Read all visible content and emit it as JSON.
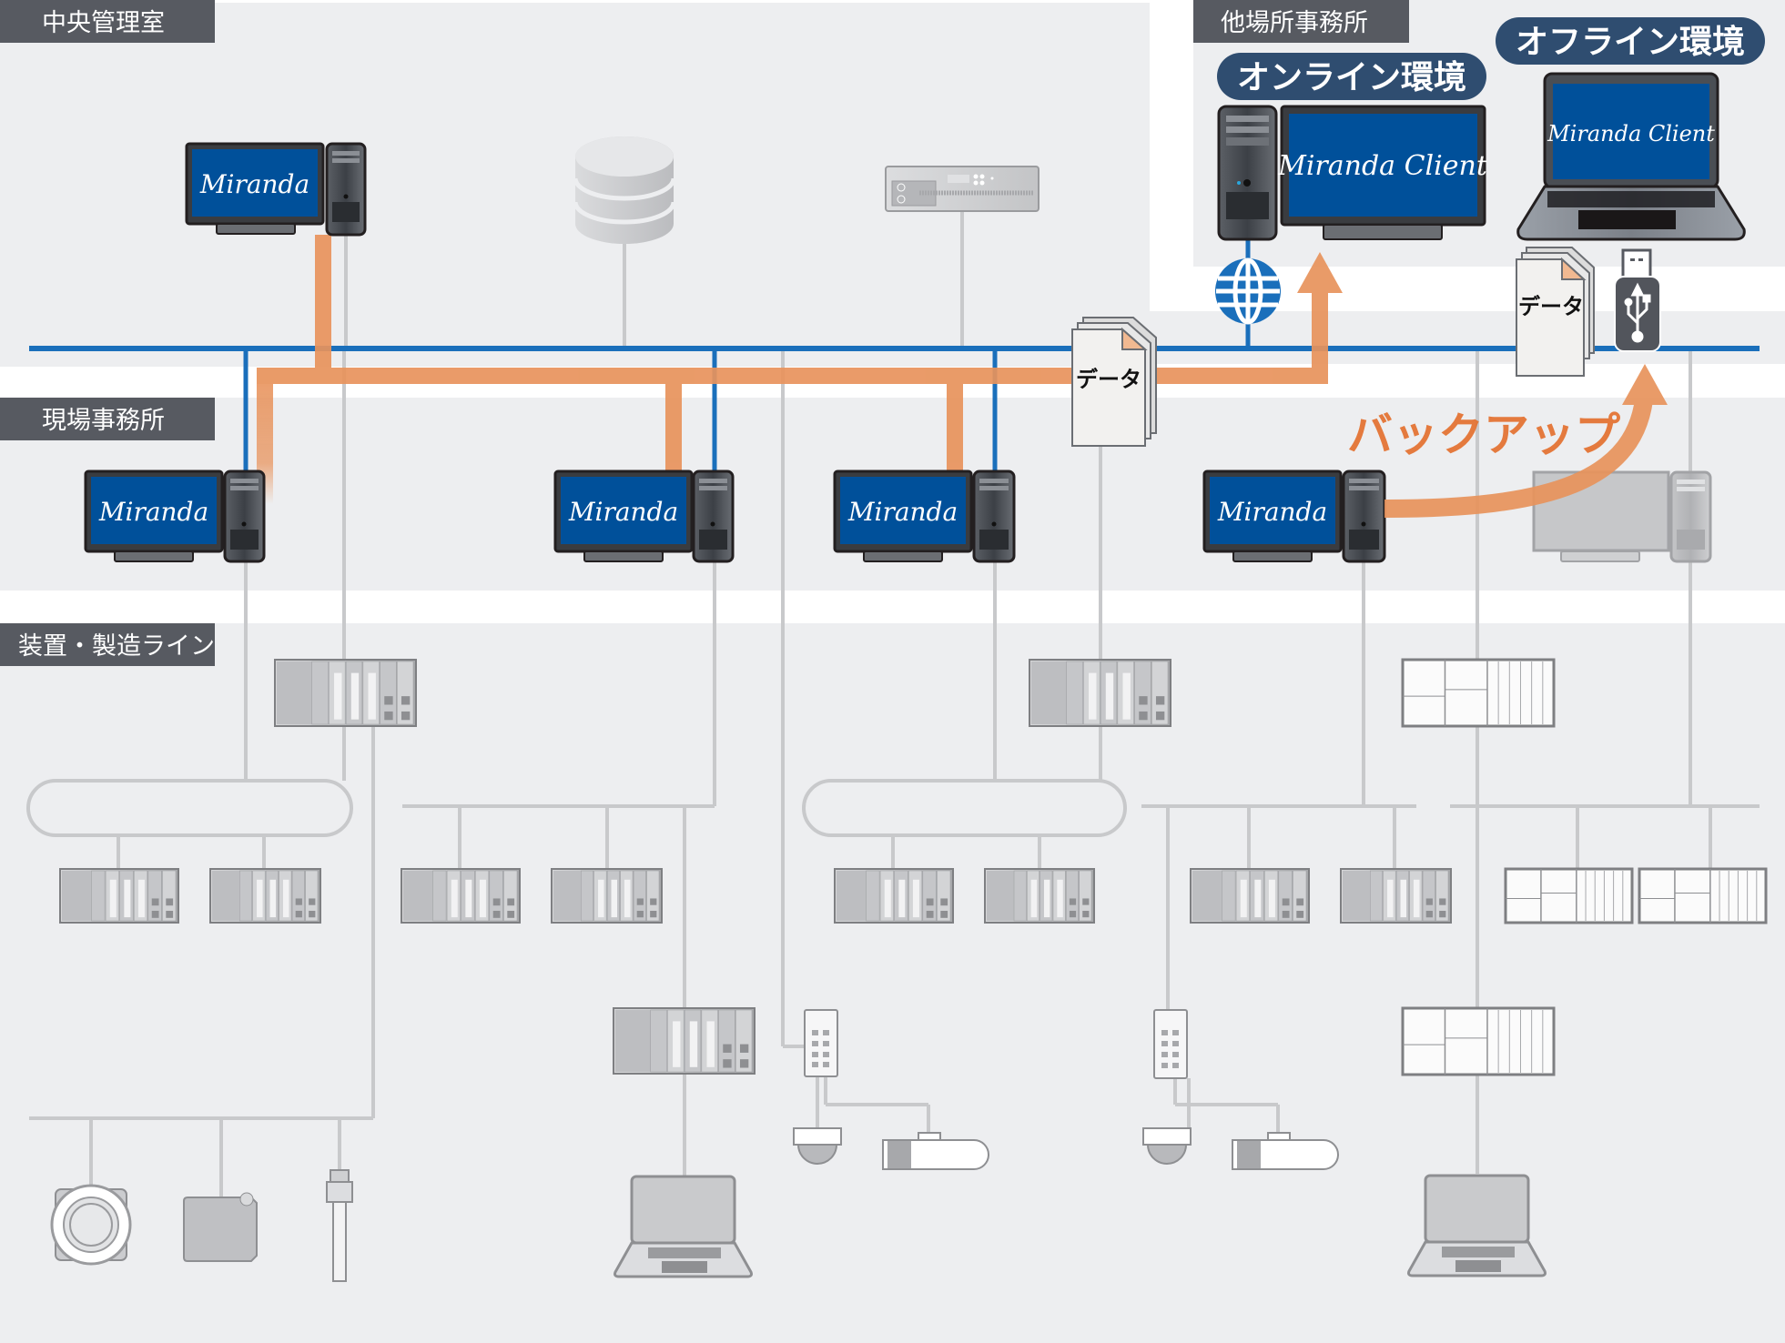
{
  "zones": {
    "central": "中央管理室",
    "site_office": "現場事務所",
    "factory_line": "装置・製造ライン",
    "remote_office": "他場所事務所"
  },
  "environments": {
    "online": "オンライン環境",
    "offline": "オフライン環境"
  },
  "screens": {
    "central_pc": "Miranda",
    "site_pc_1": "Miranda",
    "site_pc_2": "Miranda",
    "site_pc_3": "Miranda",
    "site_pc_4": "Miranda",
    "online_client": "Miranda Client",
    "offline_client": "Miranda Client"
  },
  "documents": {
    "network_data": "データ",
    "offline_data": "データ"
  },
  "arrows": {
    "backup": "バックアップ"
  },
  "colors": {
    "network_blue": "#1a6fbb",
    "data_flow_orange": "#e8935c",
    "backup_text_orange": "#e4712f",
    "zone_label_bg": "#575a61",
    "pill_bg": "#2f4d70",
    "screen_blue": "#00509a",
    "panel_gray": "#edeef0"
  }
}
